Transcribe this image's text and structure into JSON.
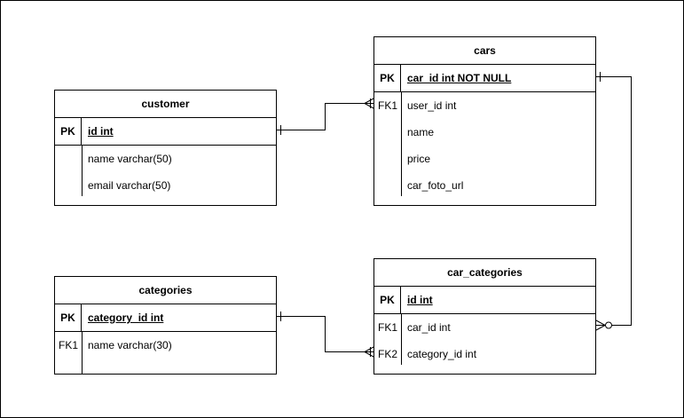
{
  "entities": {
    "customer": {
      "title": "customer",
      "pk": {
        "key": "PK",
        "field": "id int"
      },
      "rows": [
        {
          "key": "",
          "field": "name varchar(50)"
        },
        {
          "key": "",
          "field": "email varchar(50)"
        }
      ]
    },
    "cars": {
      "title": "cars",
      "pk": {
        "key": "PK",
        "field": "car_id int NOT NULL"
      },
      "rows": [
        {
          "key": "FK1",
          "field": "user_id int"
        },
        {
          "key": "",
          "field": "name"
        },
        {
          "key": "",
          "field": "price"
        },
        {
          "key": "",
          "field": "car_foto_url"
        }
      ]
    },
    "categories": {
      "title": "categories",
      "pk": {
        "key": "PK",
        "field": "category_id int"
      },
      "rows": [
        {
          "key": "FK1",
          "field": "name varchar(30)"
        }
      ]
    },
    "car_categories": {
      "title": "car_categories",
      "pk": {
        "key": "PK",
        "field": "id int"
      },
      "rows": [
        {
          "key": "FK1",
          "field": "car_id int"
        },
        {
          "key": "FK2",
          "field": "category_id int"
        }
      ]
    }
  },
  "relationships": [
    {
      "from": "customer.id int",
      "to": "cars.user_id int",
      "from_end": "one",
      "to_end": "one-or-many"
    },
    {
      "from": "cars.car_id int NOT NULL",
      "to": "car_categories.car_id int",
      "from_end": "one",
      "to_end": "zero-or-many"
    },
    {
      "from": "categories.category_id int",
      "to": "car_categories.category_id int",
      "from_end": "one",
      "to_end": "one-or-many"
    }
  ],
  "colors": {
    "line": "#000000",
    "background": "#ffffff"
  }
}
